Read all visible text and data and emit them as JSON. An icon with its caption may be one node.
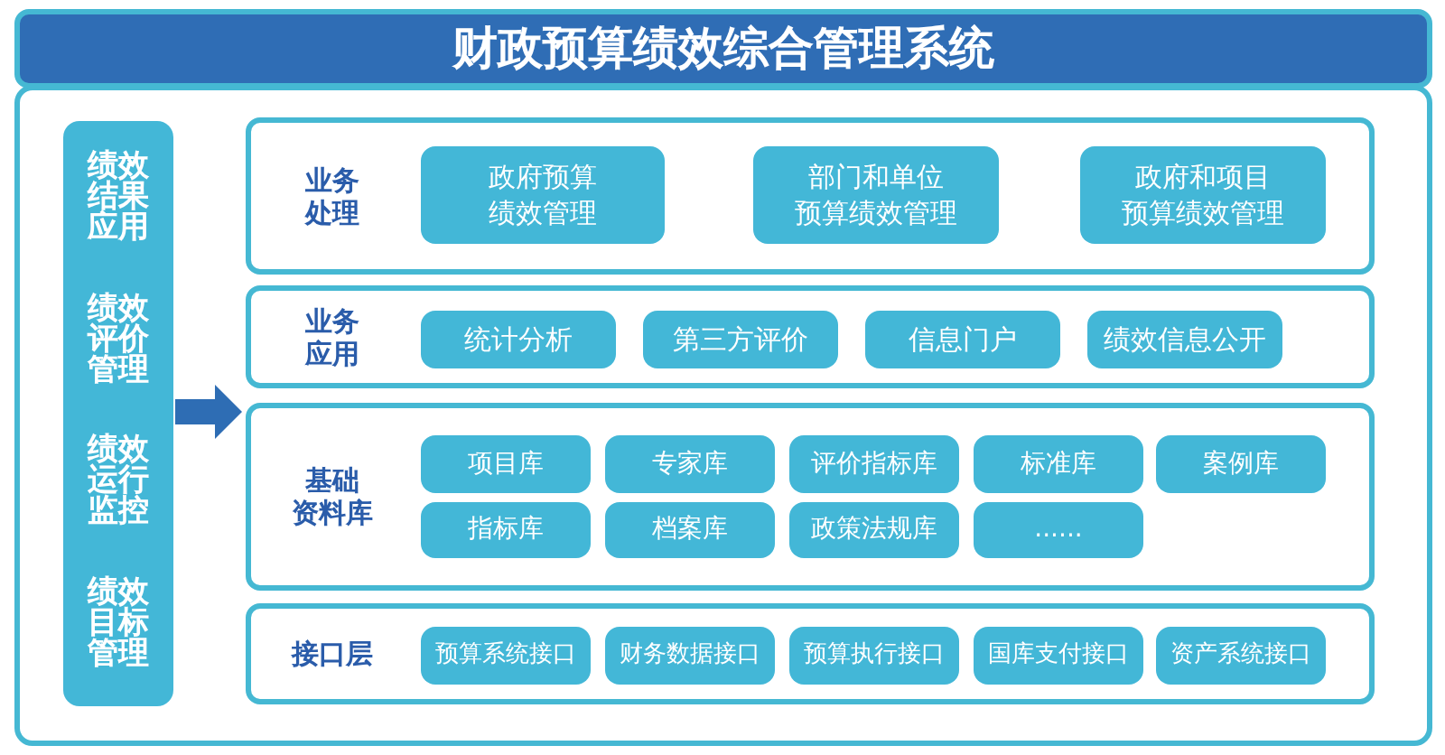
{
  "diagram": {
    "title": "财政预算绩效综合管理系统",
    "nodes": [
      {
        "text": [
          "绩效结果应用",
          "绩效评价管理",
          "绩效运行监控",
          "绩效目标管理"
        ]
      },
      {
        "text": [
          "业务处理"
        ]
      },
      {
        "text": [
          "政府预算绩效管理"
        ],
        "in": 1
      },
      {
        "text": [
          "部门和单位预算绩效管理"
        ],
        "in": 1
      },
      {
        "text": [
          "政府和项目预算绩效管理"
        ],
        "in": 1
      },
      {
        "text": [
          "业务应用"
        ]
      },
      {
        "text": [
          "统计分析"
        ],
        "in": 5
      },
      {
        "text": [
          "第三方评价"
        ],
        "in": 5
      },
      {
        "text": [
          "信息门户"
        ],
        "in": 5
      },
      {
        "text": [
          "绩效信息公开"
        ],
        "in": 5
      },
      {
        "text": [
          "基础资料库"
        ]
      },
      {
        "text": [
          "项目库"
        ],
        "in": 10
      },
      {
        "text": [
          "专家库"
        ],
        "in": 10
      },
      {
        "text": [
          "评价指标库"
        ],
        "in": 10
      },
      {
        "text": [
          "标准库"
        ],
        "in": 10
      },
      {
        "text": [
          "案例库"
        ],
        "in": 10
      },
      {
        "text": [
          "指标库"
        ],
        "in": 10
      },
      {
        "text": [
          "档案库"
        ],
        "in": 10
      },
      {
        "text": [
          "政策法规库"
        ],
        "in": 10
      },
      {
        "text": [
          "......"
        ],
        "in": 10
      },
      {
        "text": [
          "接口层"
        ]
      },
      {
        "text": [
          "预算系统接口"
        ],
        "in": 20
      },
      {
        "text": [
          "财务数据接口"
        ],
        "in": 20
      },
      {
        "text": [
          "预算执行接口"
        ],
        "in": 20
      },
      {
        "text": [
          "国库支付接口"
        ],
        "in": 20
      },
      {
        "text": [
          "资产系统接口"
        ],
        "in": 20
      }
    ],
    "edges": [
      {
        "from": 0,
        "to": 10,
        "arrow": "to"
      }
    ]
  }
}
